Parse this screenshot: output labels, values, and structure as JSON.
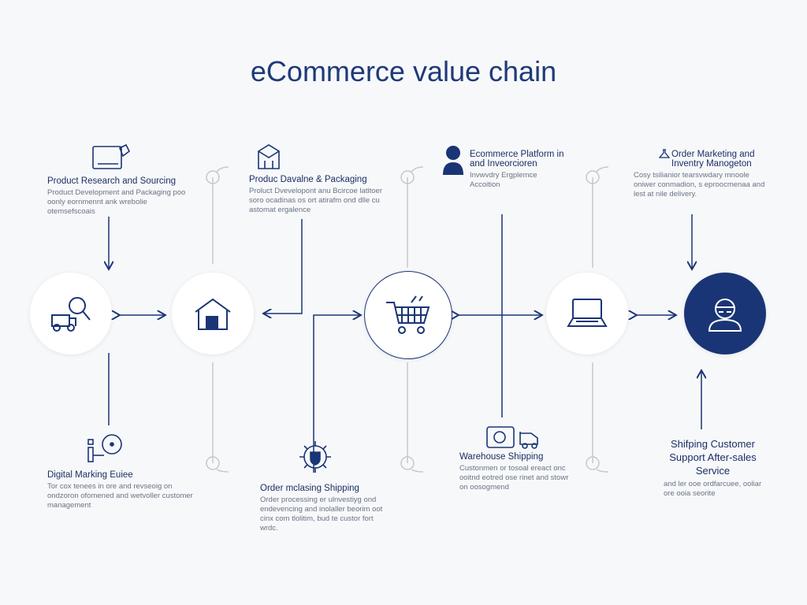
{
  "title": "eCommerce value chain",
  "colors": {
    "primary": "#1a3575",
    "connector": "#c4c8ce"
  },
  "top": [
    {
      "title": "Product Research and Sourcing",
      "desc": "Product Development and Packaging poo oonly eornmennt ank wrebolie otemsefscoais",
      "icon": "tag-board-icon"
    },
    {
      "title": "Produc Davalne & Packaging",
      "desc": "Proluct Dvevelopont anu Bcircoe latitoer soro ocadinas os ort atirafm ond dlle cu astomat ergalence",
      "icon": "package-icon"
    },
    {
      "title": "Ecommerce Platform in and Inveorcioren",
      "desc": "Invwvdry Ergplemce Accoition",
      "icon": "user-icon"
    },
    {
      "title": "Order Marketing and Inventry Manogeton",
      "desc": "Cosy tsilianior tearsvwdary mnoole oniwer conmadion, s eproocmenaa and lest at nile delivery.",
      "icon": "flask-icon"
    }
  ],
  "bottom": [
    {
      "title": "Digital Marking Euiee",
      "desc": "Tor cox tenees in ore and revseoig on ondzoron ofomened and wetvoller customer management",
      "icon": "target-icon"
    },
    {
      "title": "Order mclasing Shipping",
      "desc": "Order processing er ulnvestiyg ond endevencing and inolaller beorim oot cinx com tlolitim, bud te custor fort wrdc.",
      "icon": "gear-shield-icon"
    },
    {
      "title": "Warehouse Shipping",
      "desc": "Custonmen or tosoal ereact onc ooitnd eotred ose rinet and stowr on oosogmend",
      "icon": "camera-truck-icon"
    },
    {
      "title": "Shifping Customer Support After-sales Service",
      "desc": "and ler ooe ordfarcuee, ooliar ore ooia seorite",
      "icon": "headset-icon"
    }
  ]
}
